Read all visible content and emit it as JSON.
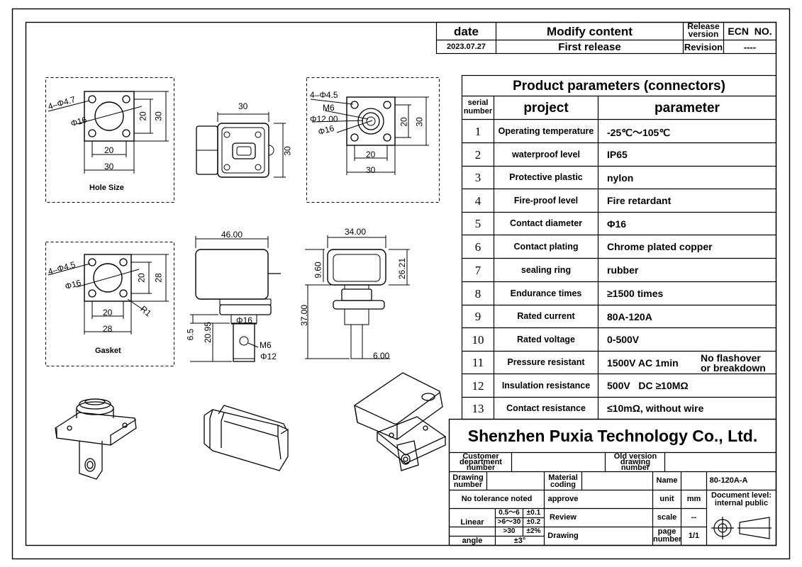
{
  "revision_block": {
    "date_header": "date",
    "modify_header": "Modify content",
    "release_version_header_1": "Release",
    "release_version_header_2": "version",
    "ecn_header": "ECN  NO.",
    "date_value": "2023.07.27",
    "modify_value": "First release",
    "revision_label": "Revision",
    "ecn_value": "----"
  },
  "views": {
    "hole_size": {
      "caption": "Hole Size",
      "hole_callout": "4–Φ4.7",
      "center_callout": "Φ16",
      "dim_20_h": "20",
      "dim_30_h": "30",
      "dim_20_v": "20",
      "dim_30_v": "30"
    },
    "front_view": {
      "dim_width": "30",
      "dim_height": "30"
    },
    "flange_view": {
      "hole_callout": "4–Φ4.5",
      "thread_callout": "M6",
      "dia12_callout": "Φ12.00",
      "dia16_callout": "Φ16",
      "dim_20_h": "20",
      "dim_30_h": "30",
      "dim_20_v": "20",
      "dim_30_v": "30"
    },
    "gasket": {
      "caption": "Gasket",
      "hole_callout": "4–Φ4.5",
      "center_callout": "Φ16",
      "radius_callout": "R1",
      "dim_20_h": "20",
      "dim_28_h": "28",
      "dim_20_v": "20",
      "dim_28_v": "28"
    },
    "side_view": {
      "dim_length": "46.00",
      "dim_6_5": "6.5",
      "dim_20_95": "20.95",
      "dia16_callout": "Φ16",
      "thread_callout": "M6",
      "dia12_callout": "Φ12"
    },
    "end_view": {
      "dim_width": "34.00",
      "dim_9_60": "9.60",
      "dim_26_21": "26.21",
      "dim_37_00": "37.00",
      "dim_6_00": "6.00"
    }
  },
  "params": {
    "title": "Product parameters (connectors)",
    "col_serial_1": "serial",
    "col_serial_2": "number",
    "col_project": "project",
    "col_parameter": "parameter",
    "rows": [
      {
        "no": "1",
        "project": "Operating temperature",
        "value": "-25℃～105℃"
      },
      {
        "no": "2",
        "project": "waterproof level",
        "value": "IP65"
      },
      {
        "no": "3",
        "project": "Protective plastic",
        "value": "nylon"
      },
      {
        "no": "4",
        "project": "Fire-proof level",
        "value": "Fire retardant"
      },
      {
        "no": "5",
        "project": "Contact diameter",
        "value": "Φ16"
      },
      {
        "no": "6",
        "project": "Contact plating",
        "value": "Chrome plated copper"
      },
      {
        "no": "7",
        "project": "sealing ring",
        "value": "rubber"
      },
      {
        "no": "8",
        "project": "Endurance times",
        "value": "≥1500 times"
      },
      {
        "no": "9",
        "project": "Rated current",
        "value": "80A-120A"
      },
      {
        "no": "10",
        "project": "Rated voltage",
        "value": "0-500V"
      },
      {
        "no": "11",
        "project": "Pressure resistant",
        "value": "1500V AC 1min",
        "note_1": "No flashover",
        "note_2": "or breakdown"
      },
      {
        "no": "12",
        "project": "Insulation resistance",
        "value": "500V   DC ≥10MΩ"
      },
      {
        "no": "13",
        "project": "Contact resistance",
        "value": "≤10mΩ, without wire"
      }
    ]
  },
  "title_block": {
    "company": "Shenzhen Puxia Technology Co., Ltd.",
    "customer_dept_1": "Customer",
    "customer_dept_2": "department",
    "customer_dept_3": "number",
    "old_version_1": "Old version",
    "old_version_2": "drawing",
    "old_version_3": "number",
    "drawing_number_1": "Drawing",
    "drawing_number_2": "number",
    "material_coding_1": "Material",
    "material_coding_2": "coding",
    "name_label": "Name",
    "name_value": "80-120A-A",
    "no_tolerance": "No tolerance noted",
    "approve": "approve",
    "unit_label": "unit",
    "unit_value": "mm",
    "doc_level_1": "Document level:",
    "doc_level_2": "internal public",
    "linear": "Linear",
    "tol_range_1": "0.5～6",
    "tol_value_1": "±0.1",
    "tol_range_2": ">6～30",
    "tol_value_2": "±0.2",
    "tol_range_3": ">30",
    "tol_value_3": "±2%",
    "review": "Review",
    "scale_label": "scale",
    "scale_value": "--",
    "angle": "angle",
    "angle_value": "±3°",
    "drawing": "Drawing",
    "page_label_1": "page",
    "page_label_2": "number",
    "page_value": "1/1"
  }
}
